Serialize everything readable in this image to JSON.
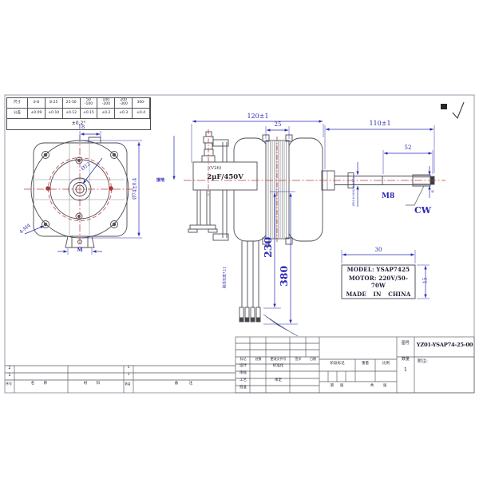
{
  "tolerance_table": {
    "header": [
      "尺寸",
      "0-8",
      "8-25",
      "25-50",
      "50\n-100",
      "100\n-200",
      "200\n-300",
      "300-"
    ],
    "values": [
      "公差",
      "±0.09",
      "±0.10",
      "±0.12",
      "±0.15",
      "±0.2",
      "±0.3",
      "±0.4"
    ],
    "angle_tolerance": "±0.2°"
  },
  "front_view": {
    "width_dim": "18",
    "outer_dia": "Ø74±0.4",
    "bore_dia": "Ø12",
    "mount_holes": "4-M4",
    "boss_dim": "M"
  },
  "side_view": {
    "overall_len": "120±1",
    "stack_len": "25",
    "capacitor_code": "(V26)",
    "capacitor_rating": "2μF/450V",
    "ground_label": "接地",
    "lead_len_1": "230",
    "lead_len_2": "380",
    "strip_note": "剥线长度7±1"
  },
  "shaft": {
    "shaft_len": "110±1",
    "thread_len": "52",
    "thread_spec": "M8",
    "rotation": "CW",
    "shaft_dia": "Ø8(-0.008/-0.017)",
    "end_dim": "6"
  },
  "nameplate": {
    "width_dim": "30",
    "height_dim": "15",
    "line1": "MODEL: YSAP7425",
    "line2": "MOTOR: 220V/50-70W",
    "line3": "MADE IN CHINA"
  },
  "title_block": {
    "drawing_no_label": "图号",
    "drawing_no": "YZ01-YSAP74-25-00",
    "qty_label": "数量",
    "qty": "1",
    "notes_label": "附注:",
    "rev_cols": [
      "标记",
      "处数",
      "更改文件号",
      "签字",
      "日期"
    ],
    "sign_col": [
      "设计",
      "审核",
      "工艺",
      "批准"
    ],
    "approve_col": [
      "标准化",
      "审定"
    ],
    "stage_label": "阶段标记",
    "weight_label": "重量",
    "scale_label": "比例",
    "sheet_no": "第 张",
    "sheet_total": "共 张"
  },
  "bom": {
    "item_nos": [
      "2",
      "1"
    ],
    "qtys": [
      "1",
      "1"
    ],
    "headers": [
      "序号",
      "名 称",
      "材 料",
      "数量",
      "备 注"
    ]
  },
  "colors": {
    "dimension": "#2a2ab8",
    "centerline": "#c04040",
    "line": "#4d4d55"
  }
}
